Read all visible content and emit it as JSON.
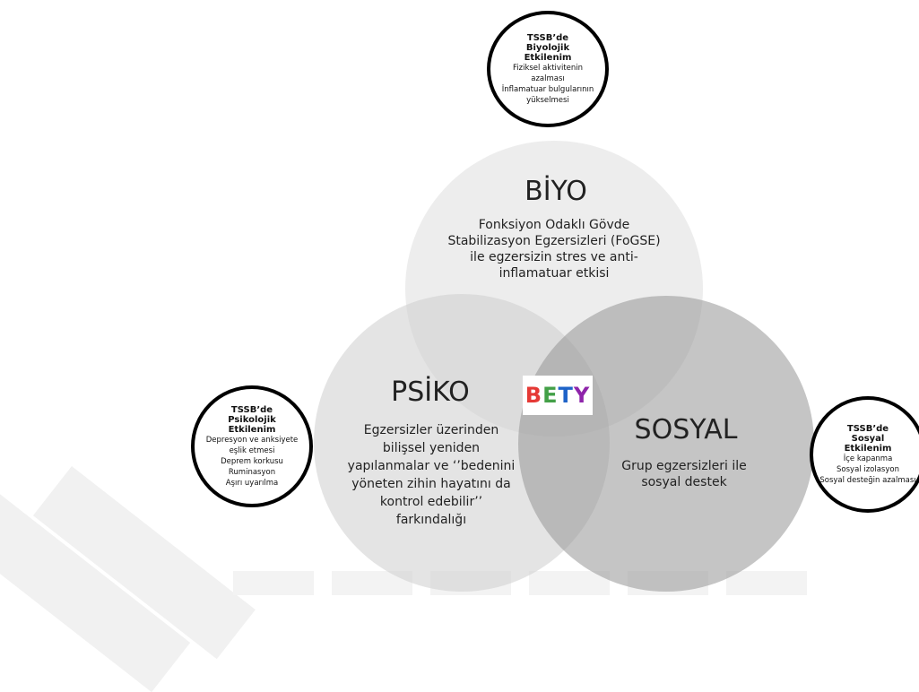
{
  "colors": {
    "bety_b": "#e53935",
    "bety_e": "#43a047",
    "bety_t": "#1e63c8",
    "bety_y": "#8e24aa"
  },
  "biyo": {
    "title": "BİYO",
    "description": "Fonksiyon Odaklı Gövde Stabilizasyon Egzersizleri (FoGSE) ile egzersizin stres ve anti-inflamatuar etkisi"
  },
  "psiko": {
    "title": "PSİKO",
    "description": "Egzersizler üzerinden bilişsel yeniden yapılanmalar ve ‘’bedenini yöneten zihin hayatını da kontrol edebilir’’ farkındalığı"
  },
  "sosyal": {
    "title": "SOSYAL",
    "description": "Grup egzersizleri ile sosyal destek"
  },
  "center_logo": {
    "b": "B",
    "e": "E",
    "t": "T",
    "y": "Y"
  },
  "effects": {
    "biological": {
      "heading": [
        "TSSB’de",
        "Biyolojik",
        "Etkilenim"
      ],
      "items": [
        "Fiziksel aktivitenin",
        "azalması",
        "İnflamatuar bulgularının",
        "yükselmesi"
      ]
    },
    "psychological": {
      "heading": [
        "TSSB’de",
        "Psikolojik",
        "Etkilenim"
      ],
      "items": [
        "Depresyon ve anksiyete",
        "eşlik etmesi",
        "Deprem korkusu",
        "Ruminasyon",
        "Aşırı uyarılma"
      ]
    },
    "social": {
      "heading": [
        "TSSB’de",
        "Sosyal",
        "Etkilenim"
      ],
      "items": [
        "İçe kapanma",
        "Sosyal izolasyon",
        "Sosyal desteğin azalması"
      ]
    }
  }
}
